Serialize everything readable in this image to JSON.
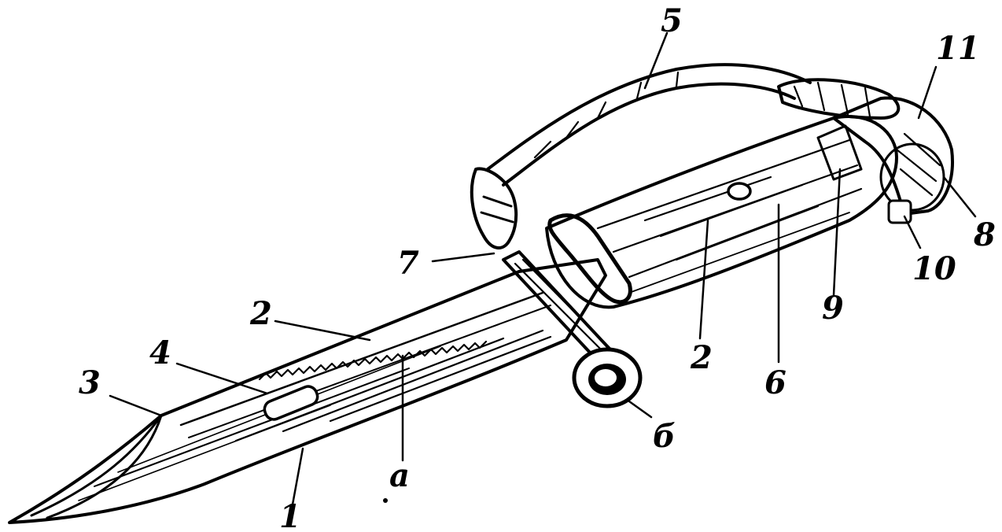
{
  "colors": {
    "ink": "#000000",
    "paper": "#ffffff"
  },
  "callouts": [
    {
      "id": "blade-spine",
      "text": "2"
    },
    {
      "id": "blade-tip",
      "text": "3"
    },
    {
      "id": "blade-slot",
      "text": "4"
    },
    {
      "id": "sling-strap",
      "text": "5"
    },
    {
      "id": "strap-buckle",
      "text": "7"
    },
    {
      "id": "blade-edge",
      "text": "1"
    },
    {
      "id": "fuller",
      "text": "а"
    },
    {
      "id": "muzzle-ring",
      "text": "б"
    },
    {
      "id": "handle-grip",
      "text": "2"
    },
    {
      "id": "handle-rivet",
      "text": "6"
    },
    {
      "id": "pommel-latch",
      "text": "9"
    },
    {
      "id": "pommel-ring",
      "text": "11"
    },
    {
      "id": "pommel-cap",
      "text": "8"
    },
    {
      "id": "latch-button",
      "text": "10"
    }
  ]
}
